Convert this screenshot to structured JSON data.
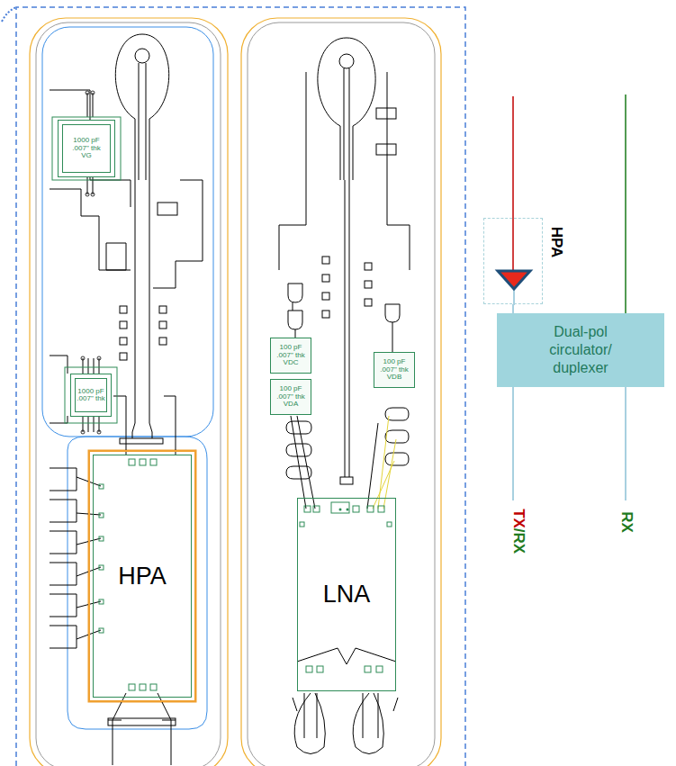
{
  "diagram": {
    "nodes": [
      {
        "text": [
          "1000 pF .007\" thk VG"
        ]
      },
      {
        "text": [
          "1000 pF .007\" thk"
        ]
      },
      {
        "text": [
          "HPA"
        ]
      },
      {
        "text": [
          "100 pF .007\" thk VDC"
        ]
      },
      {
        "text": [
          "100 pF .007\" thk VDA"
        ]
      },
      {
        "text": [
          "100 pF .007\" thk VDB"
        ]
      },
      {
        "text": [
          "LNA"
        ]
      },
      {
        "text": [
          "HPA"
        ]
      },
      {
        "text": [
          "Dual-pol circulator/ duplexer"
        ]
      }
    ],
    "edges": [
      {
        "from": 7,
        "to": 8,
        "arrow": "none"
      }
    ],
    "labels": [
      "TX",
      "/RX",
      "RX"
    ]
  }
}
